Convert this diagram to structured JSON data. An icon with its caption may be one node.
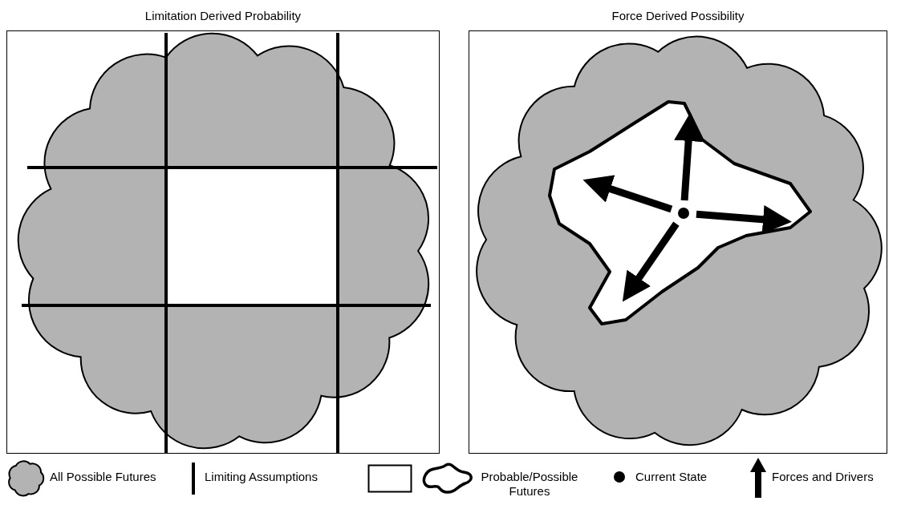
{
  "diagram": {
    "nodes": [
      {
        "text": [
          "Limitation Derived Probability"
        ]
      },
      {
        "text": [
          "Force Derived Possibility"
        ]
      }
    ],
    "legend": [
      {
        "text": "All Possible Futures"
      },
      {
        "text": "Limiting Assumptions"
      },
      {
        "text": "Probable/Possible Futures"
      },
      {
        "text": "Current State"
      },
      {
        "text": "Forces and Drivers"
      }
    ]
  }
}
